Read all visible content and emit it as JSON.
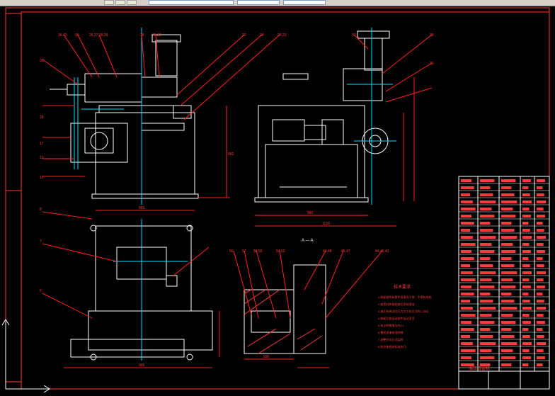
{
  "colors": {
    "background": "#000000",
    "frame": "#ffffff",
    "drawing": "#ffffff",
    "dimension": "#ff3b3b",
    "leader": "#ff2020",
    "centerline": "#00e0ff",
    "layer_yellow": "#ffff00",
    "layer_green": "#00ff00"
  },
  "part_balloons": {
    "front_view_top": [
      "34,43",
      "35",
      "26,27,28,29",
      "28",
      "25,32",
      "22",
      "24",
      "20,23"
    ],
    "front_view_left": [
      "32",
      "18",
      "17",
      "13",
      "12"
    ],
    "side_view_top": [
      "37",
      "38",
      "39"
    ],
    "plan_view_left": [
      "8",
      "7",
      "6"
    ],
    "section_view_top": [
      "56",
      "57",
      "58,55",
      "54,53",
      "49,48",
      "45,47",
      "44,46,41"
    ]
  },
  "dimensions": {
    "front_width": "860",
    "front_height": "860",
    "side_width": "860",
    "side_total": "1150",
    "plan_width": "900",
    "section_width": "590"
  },
  "section_mark": "A — A",
  "notes_title": "技术要求",
  "notes": [
    "1.装配前所有零件须清洗干净，不得有毛刺",
    "2.各密封件装配前应涂润滑油",
    "3.液压系统试验压力为工作压力的1.25倍",
    "4.装配后各运动部件运动灵活",
    "5.未注明倒角均为C1",
    "6.整机涂漆前须除锈",
    "7.调整完毕后试运转",
    "8.其余按相关标准执行"
  ],
  "title_block": {
    "title": "液压弯管机"
  }
}
